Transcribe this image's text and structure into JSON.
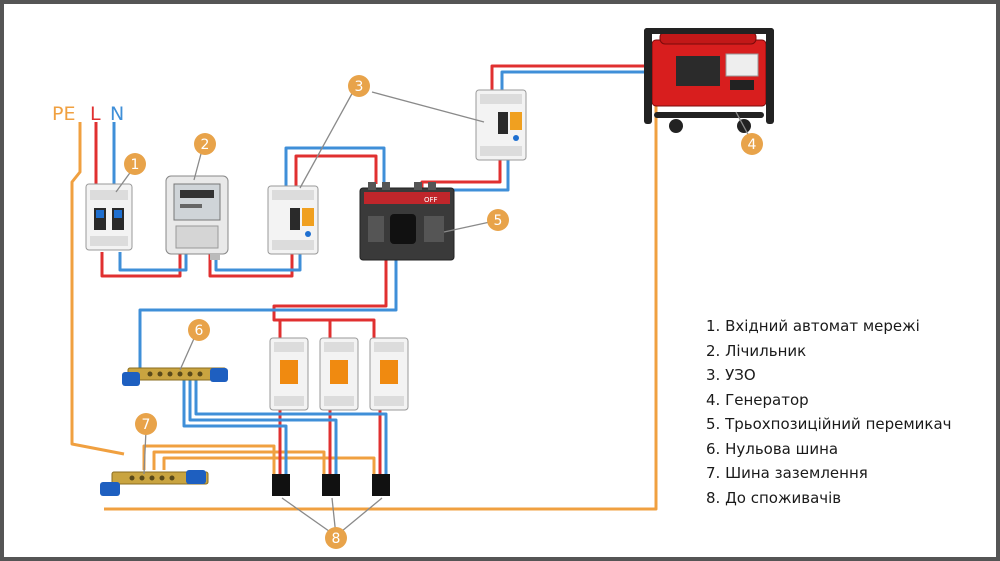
{
  "labels": {
    "pe": "PE",
    "l": "L",
    "n": "N"
  },
  "callouts": [
    "1",
    "2",
    "3",
    "4",
    "5",
    "6",
    "7",
    "8"
  ],
  "legend": [
    "1. Вхідний автомат мережі",
    "2. Лічильник",
    "3. УЗО",
    "4. Генератор",
    "5. Трьохпозиційний перемикач",
    "6. Нульова шина",
    "7. Шина заземлення",
    "8. До споживачів"
  ],
  "device_text": {
    "switch_off": "OFF"
  },
  "colors": {
    "phase_wire": "#e03030",
    "neutral_wire": "#3f8fd8",
    "ground_wire": "#f0a040",
    "callout_bg": "#e8a34a",
    "generator_body": "#d81e1e",
    "frame": "#555555"
  }
}
